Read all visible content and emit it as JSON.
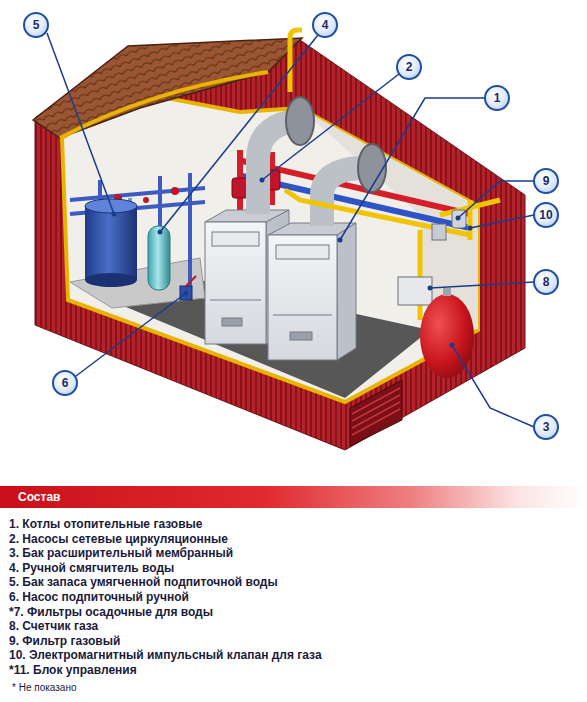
{
  "diagram": {
    "nodes": [
      {
        "text": [
          "5"
        ]
      },
      {
        "text": [
          "4"
        ]
      },
      {
        "text": [
          "2"
        ]
      },
      {
        "text": [
          "1"
        ]
      },
      {
        "text": [
          "9"
        ]
      },
      {
        "text": [
          "10"
        ]
      },
      {
        "text": [
          "8"
        ]
      },
      {
        "text": [
          "6"
        ]
      },
      {
        "text": [
          "3"
        ]
      },
      {
        "text": [
          "Состав"
        ]
      }
    ],
    "labels": [
      "1. Котлы отопительные газовые",
      "2. Насосы сетевые циркуляционные",
      "3. Бак расширительный мембранный",
      "4. Ручной смягчитель воды",
      "5. Бак запаса умягченной подпиточной воды",
      "6. Насос подпиточный ручной",
      "*7. Фильтры осадочные для воды",
      "8. Счетчик газа",
      "9. Фильтр газовый",
      "10. Электромагнитный импульсный клапан для газа",
      "*11. Блок управления",
      "* Не показано"
    ]
  }
}
